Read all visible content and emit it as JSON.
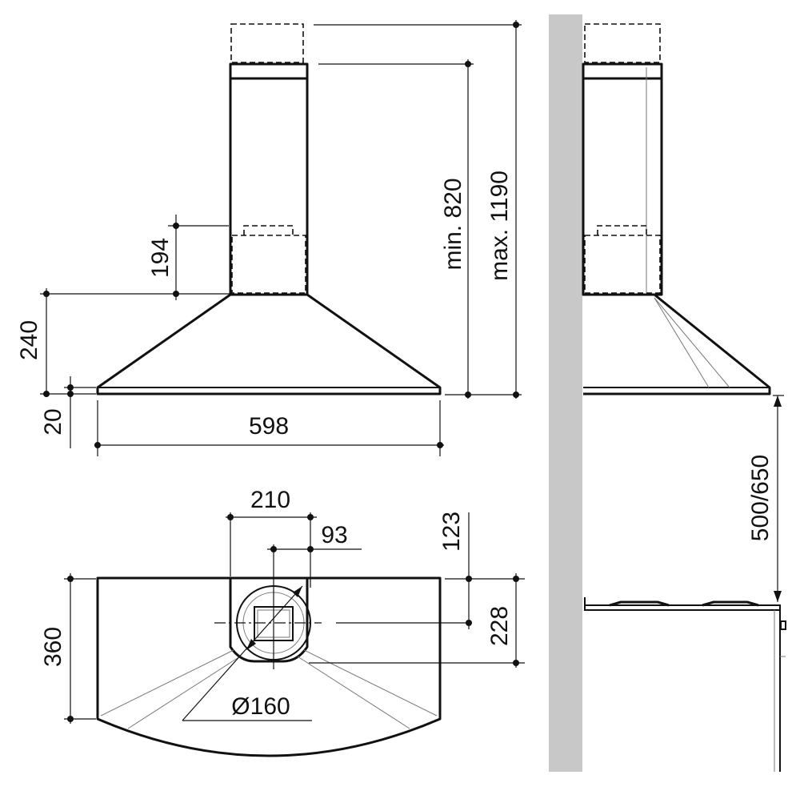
{
  "dimensions": {
    "width_front": "598",
    "height_canopy": "240",
    "lip_height": "20",
    "duct_offset": "194",
    "chimney_min": "min. 820",
    "chimney_max": "max. 1190",
    "width_top_duct": "210",
    "duct_center_offset": "93",
    "depth_offset": "123",
    "depth_total": "360",
    "depth_duct": "228",
    "outlet_diameter": "Ø160",
    "hob_clearance": "500/650"
  }
}
